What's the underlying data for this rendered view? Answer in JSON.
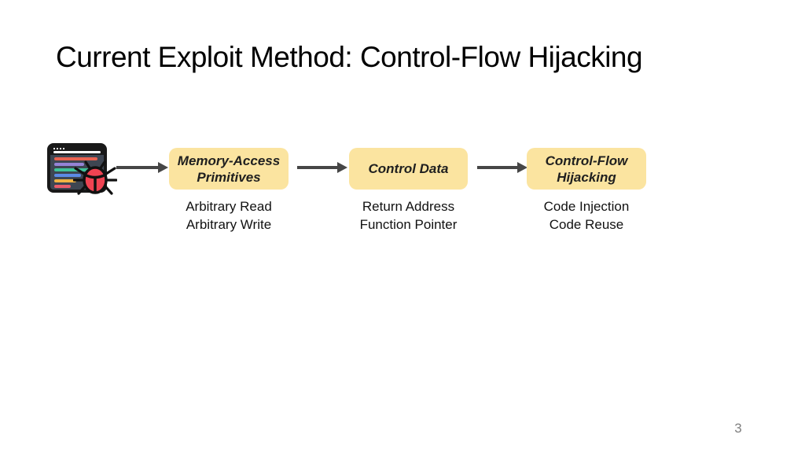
{
  "slide": {
    "title": "Current Exploit Method: Control-Flow Hijacking",
    "page_number": "3",
    "background_color": "#FFFFFF"
  },
  "diagram": {
    "source_icon": {
      "name": "buggy-program-icon",
      "description": "dark code editor window with red bug",
      "frame_color": "#191919",
      "window_body_color": "#3E4652",
      "bug_color": "#EF4352",
      "code_lines": [
        {
          "color": "#E96250",
          "width": 55
        },
        {
          "color": "#9583D6",
          "width": 38
        },
        {
          "color": "#3FC39A",
          "width": 46
        },
        {
          "color": "#5C8AE6",
          "width": 34
        },
        {
          "color": "#F0B344",
          "width": 28
        },
        {
          "color": "#E95C6B",
          "width": 21
        }
      ]
    },
    "box_fill_color": "#FBE4A0",
    "arrow_color": "#464646",
    "steps": [
      {
        "label": "Memory-Access\nPrimitives",
        "caption": "Arbitrary Read\nArbitrary Write"
      },
      {
        "label": "Control Data",
        "caption": "Return Address\nFunction Pointer"
      },
      {
        "label": "Control-Flow\nHijacking",
        "caption": "Code Injection\nCode Reuse"
      }
    ]
  }
}
